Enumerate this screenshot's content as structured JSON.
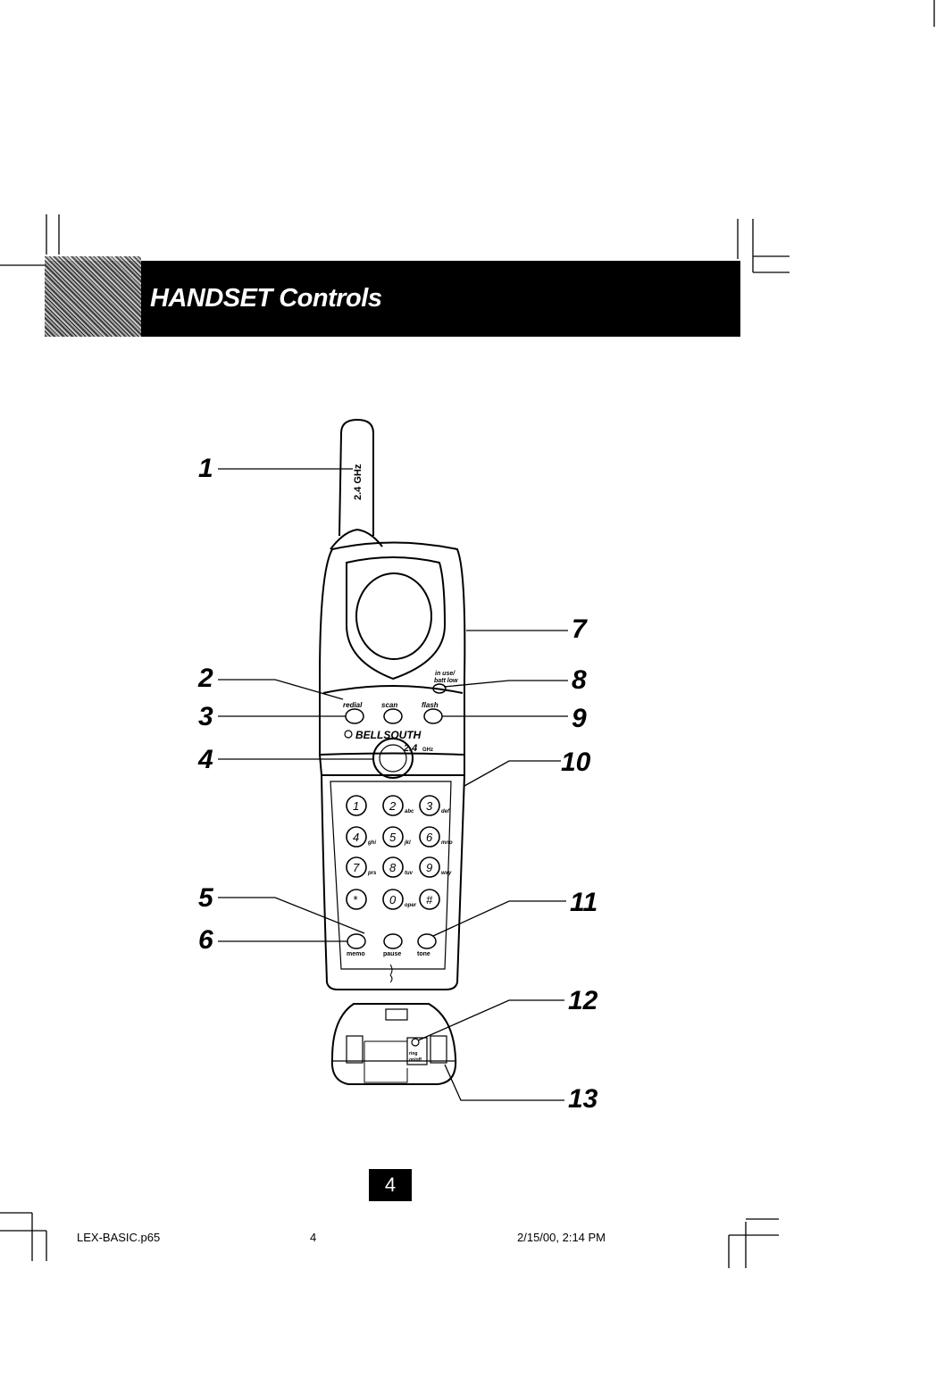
{
  "header": {
    "title": "HANDSET Controls"
  },
  "diagram": {
    "antenna_label": "2.4 GHz",
    "brand": "BELLSOUTH",
    "brand_freq": "2.4",
    "brand_freq_unit": "GHz",
    "indicator_label_line1": "in use/",
    "indicator_label_line2": "batt low",
    "top_buttons": [
      "redial",
      "scan",
      "flash"
    ],
    "keys": [
      {
        "key": "1",
        "sub": ""
      },
      {
        "key": "2",
        "sub": "abc"
      },
      {
        "key": "3",
        "sub": "def"
      },
      {
        "key": "4",
        "sub": "ghi"
      },
      {
        "key": "5",
        "sub": "jkl"
      },
      {
        "key": "6",
        "sub": "mno"
      },
      {
        "key": "7",
        "sub": "prs"
      },
      {
        "key": "8",
        "sub": "tuv"
      },
      {
        "key": "9",
        "sub": "wxy"
      },
      {
        "key": "*",
        "sub": ""
      },
      {
        "key": "0",
        "sub": "oper"
      },
      {
        "key": "#",
        "sub": ""
      }
    ],
    "bottom_buttons": [
      "memo",
      "pause",
      "tone"
    ],
    "battery_label_line1": "ring",
    "battery_label_line2": "on/off",
    "callouts": [
      "1",
      "2",
      "3",
      "4",
      "5",
      "6",
      "7",
      "8",
      "9",
      "10",
      "11",
      "12",
      "13"
    ]
  },
  "page_number": "4",
  "footer": {
    "file": "LEX-BASIC.p65",
    "page": "4",
    "timestamp": "2/15/00, 2:14 PM"
  }
}
